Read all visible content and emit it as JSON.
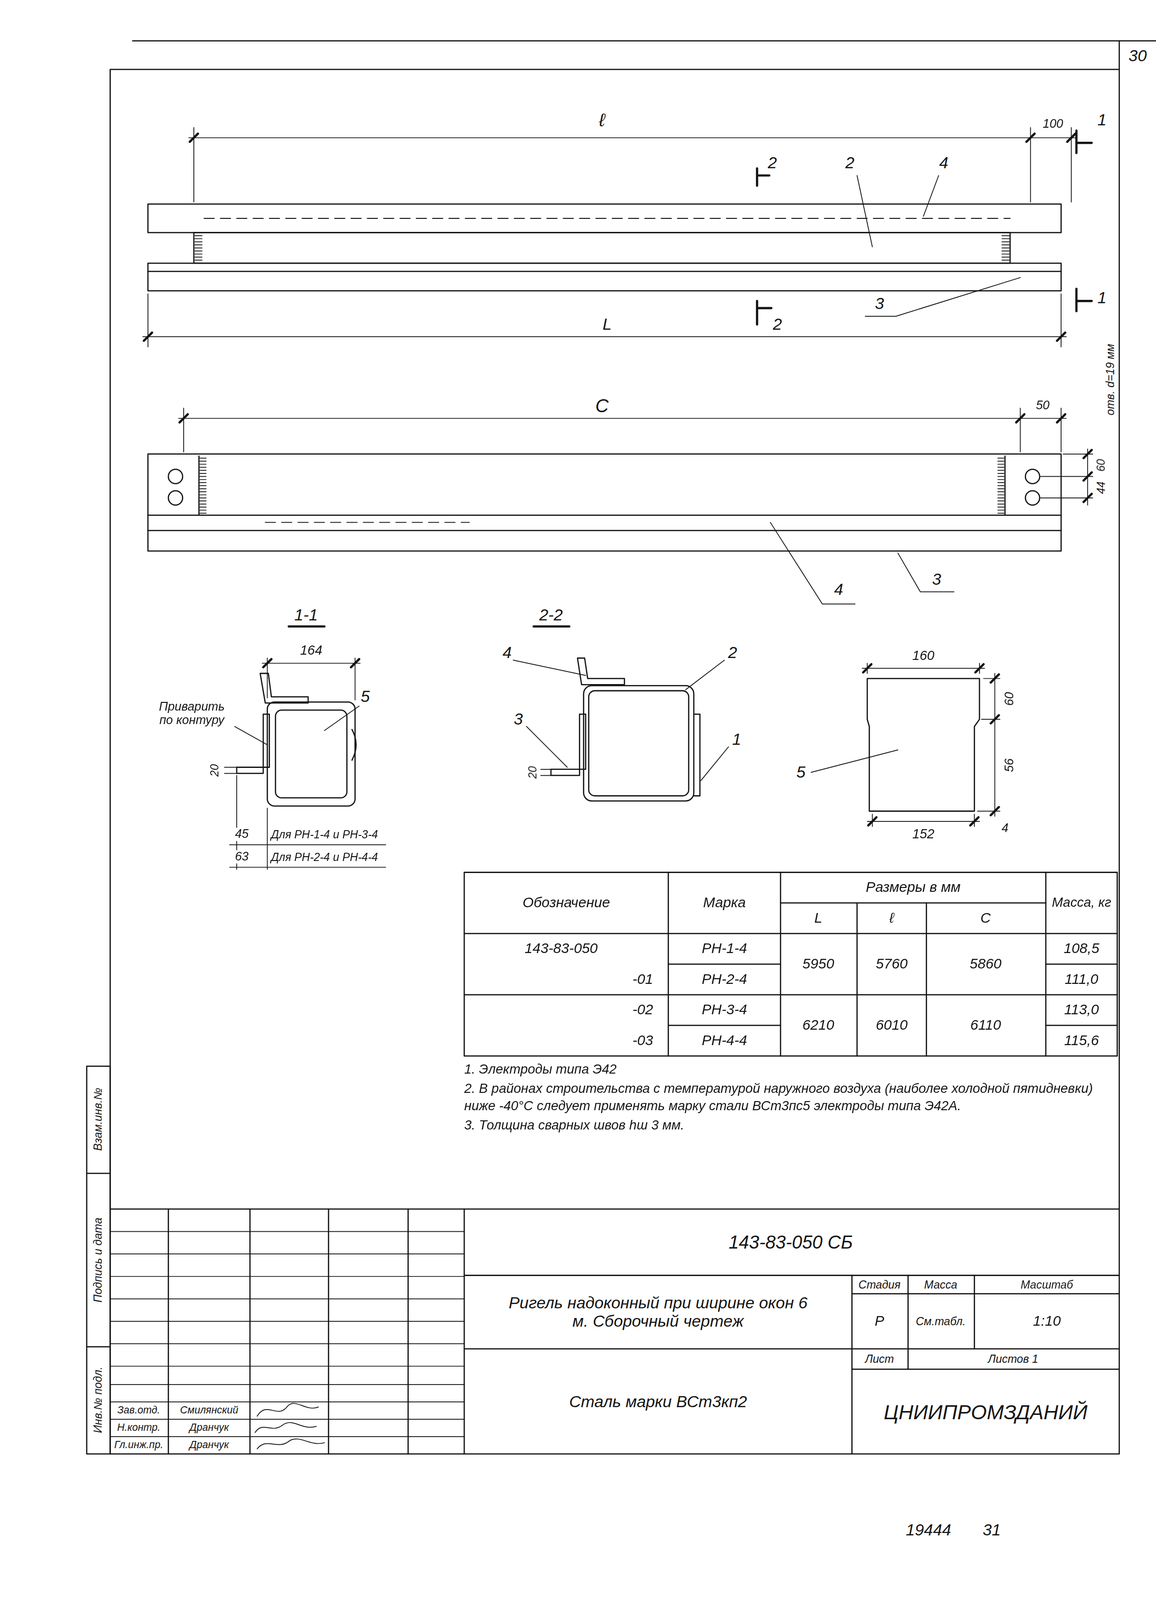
{
  "diagram": {
    "title": "Ригель надоконный при ширине окон 6 м. Сборочный чертеж",
    "labels": [
      "30",
      "ℓ",
      "100",
      "1",
      "2",
      "2",
      "4",
      "L",
      "3",
      "2",
      "1",
      "C",
      "50",
      "отв. d=19 мм",
      "60",
      "44",
      "4",
      "3",
      "1-1",
      "164",
      "Приварить по контуру",
      "5",
      "20",
      "45",
      "Для РН-1-4 и РН-3-4",
      "63",
      "Для РН-2-4 и РН-4-4",
      "2-2",
      "4",
      "2",
      "3",
      "20",
      "1",
      "160",
      "60",
      "56",
      "5",
      "152",
      "4",
      "Обозначение",
      "Марка",
      "Размеры в мм",
      "Масса, кг",
      "L",
      "ℓ",
      "C",
      "143-83-050",
      "РН-1-4",
      "5950",
      "5760",
      "5860",
      "108,5",
      "-01",
      "РН-2-4",
      "111,0",
      "-02",
      "РН-3-4",
      "6210",
      "6010",
      "6110",
      "113,0",
      "-03",
      "РН-4-4",
      "115,6",
      "1. Электроды типа Э42",
      "2. В районах строительства с температурой наружного воздуха (наиболее холодной пятидневки) ниже -40°С следует применять марку стали ВСт3пс5 электроды типа Э42А.",
      "3. Толщина сварных швов hш 3 мм.",
      "143-83-050 СБ",
      "Стадия",
      "Масса",
      "Масштаб",
      "Р",
      "См.табл.",
      "1:10",
      "Лист",
      "Листов 1",
      "Сталь марки ВСт3кп2",
      "ЦНИИПРОМЗДАНИЙ",
      "Зав.отд.",
      "Смилянский",
      "Н.контр.",
      "Дранчук",
      "Гл.инж.пр.",
      "Дранчук",
      "Взам.инв.№",
      "Подпись и дата",
      "Инв.№ подл.",
      "19444",
      "31"
    ]
  }
}
